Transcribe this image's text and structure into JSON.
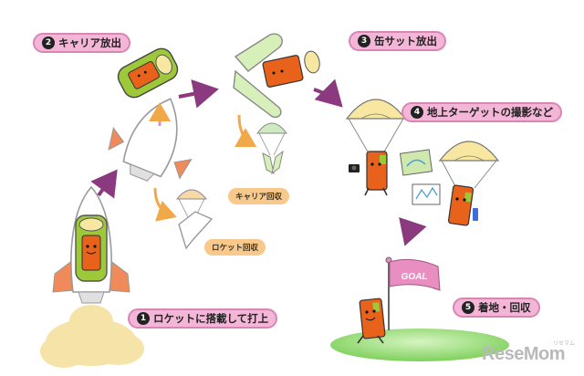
{
  "steps": [
    {
      "num": "1",
      "label": "ロケットに搭載して打上"
    },
    {
      "num": "2",
      "label": "キャリア放出"
    },
    {
      "num": "3",
      "label": "缶サット放出"
    },
    {
      "num": "4",
      "label": "地上ターゲットの撮影など"
    },
    {
      "num": "5",
      "label": "着地・回収"
    }
  ],
  "recovery": {
    "carrier": "キャリア回収",
    "rocket": "ロケット回収"
  },
  "flag_text": "GOAL",
  "watermark": {
    "brand": "ReseMom",
    "kana": "リセマム"
  },
  "colors": {
    "callout_fill": "#f3b6d7",
    "callout_border": "#d986b4",
    "recovery_fill": "#f8c98a",
    "flight_arrow": "#8b3a7f",
    "recovery_arrow": "#f0a848",
    "cansat_body": "#e8621c",
    "cansat_panel": "#9dc83a",
    "parachute": "#f7e7a0",
    "ground": "#9ddc7a",
    "flag": "#e98ec0",
    "exhaust": "#f6e3a8"
  }
}
